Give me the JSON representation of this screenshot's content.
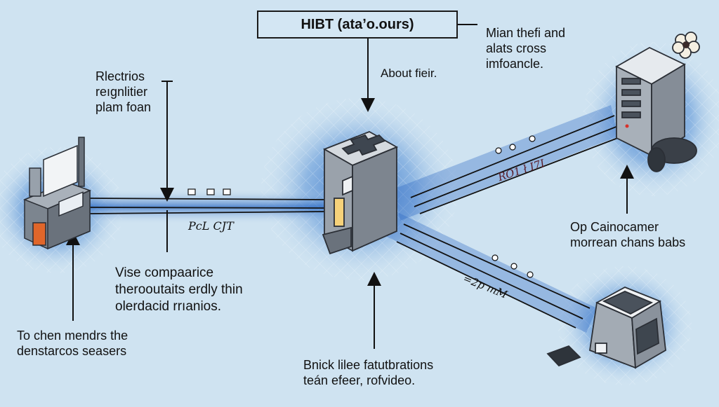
{
  "diagram": {
    "title": "HIBT (ataʼo.ours)",
    "colors": {
      "background": "#cfe3f1",
      "glow": "#2f6fc4",
      "device_gray": "#8d959f",
      "line": "#1a1a1a",
      "accent_orange": "#e0662a"
    },
    "labels": {
      "top_left": "Rlectrios\nreıgnlitier\nplam foan",
      "top_center": "About fieir.",
      "top_right": "Mian thefi and\nalats cross\nimfoancle.",
      "mid_left": "Vise compaarice\ntherooutaits erdly thin\nolerdacid rrıanios.",
      "bottom_left": "To chen mendrs the\ndenstarcos seasers",
      "bottom_center": "Bnick lilee fatutbrations\nteán efeer, rofvideo.",
      "right": "Op Cainocamer\nmorrean chans babs"
    },
    "link_labels": {
      "left_link": "PcL CJT",
      "upper_right_link": "RO1 ł I7I",
      "lower_right_link": "=2p mM"
    },
    "nodes": [
      {
        "id": "terminal",
        "name": "Left terminal device"
      },
      {
        "id": "hub",
        "name": "Central hub device"
      },
      {
        "id": "server",
        "name": "Server tower"
      },
      {
        "id": "kiosk",
        "name": "Kiosk device"
      }
    ]
  }
}
